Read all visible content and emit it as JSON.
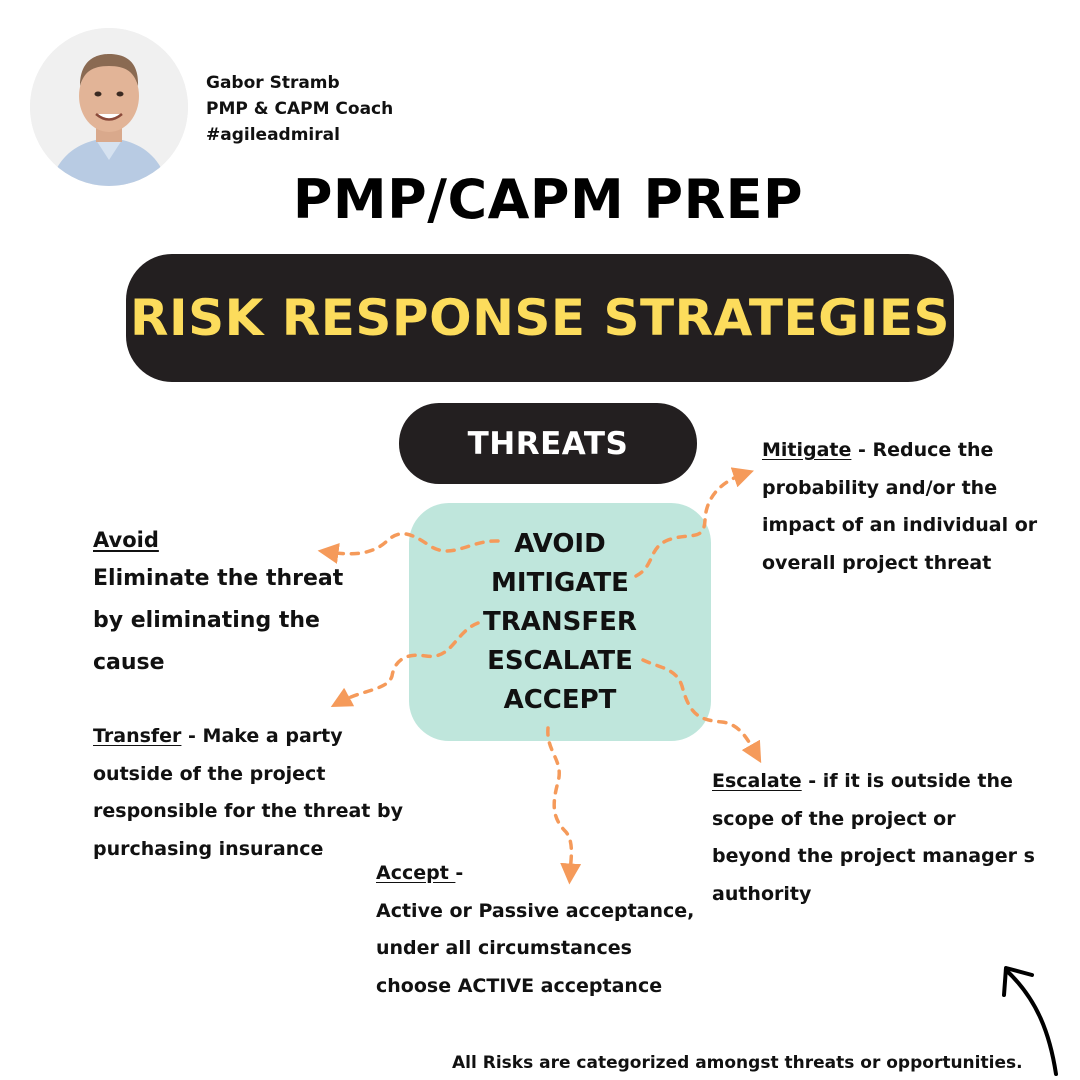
{
  "author": {
    "name": "Gabor Stramb",
    "role": "PMP & CAPM Coach",
    "handle": "#agileadmiral"
  },
  "title": "PMP/CAPM PREP",
  "banner": "RISK RESPONSE STRATEGIES",
  "category": "THREATS",
  "center_items": [
    "AVOID",
    "MITIGATE",
    "TRANSFER",
    "ESCALATE",
    "ACCEPT"
  ],
  "strategies": {
    "avoid": {
      "name": "Avoid",
      "lines": [
        "Eliminate the threat",
        "by eliminating the",
        "cause"
      ]
    },
    "mitigate": {
      "name": "Mitigate",
      "first": " - Reduce the",
      "lines": [
        "probability and/or the",
        "impact of an individual or",
        "overall project threat"
      ]
    },
    "transfer": {
      "name": "Transfer",
      "first": " - Make a party",
      "lines": [
        "outside of the project",
        "responsible for the threat by",
        "purchasing insurance"
      ]
    },
    "escalate": {
      "name": "Escalate",
      "first": " - if it is outside the",
      "lines": [
        "scope of the project or",
        "beyond the project manager s",
        "authority"
      ]
    },
    "accept": {
      "name": "Accept ",
      "first": "-",
      "lines": [
        "Active or Passive acceptance,",
        "under all circumstances",
        "choose ACTIVE acceptance"
      ]
    }
  },
  "footer": "All Risks are categorized amongst threats or opportunities.",
  "colors": {
    "banner_bg": "#231f20",
    "banner_text": "#fcdc5c",
    "center_bg": "#bfe6dc",
    "arrow": "#f59a5a",
    "text": "#111111"
  },
  "icons": {
    "avatar": "person-photo",
    "connector": "dashed-arrow",
    "pointer": "curved-black-arrow"
  }
}
